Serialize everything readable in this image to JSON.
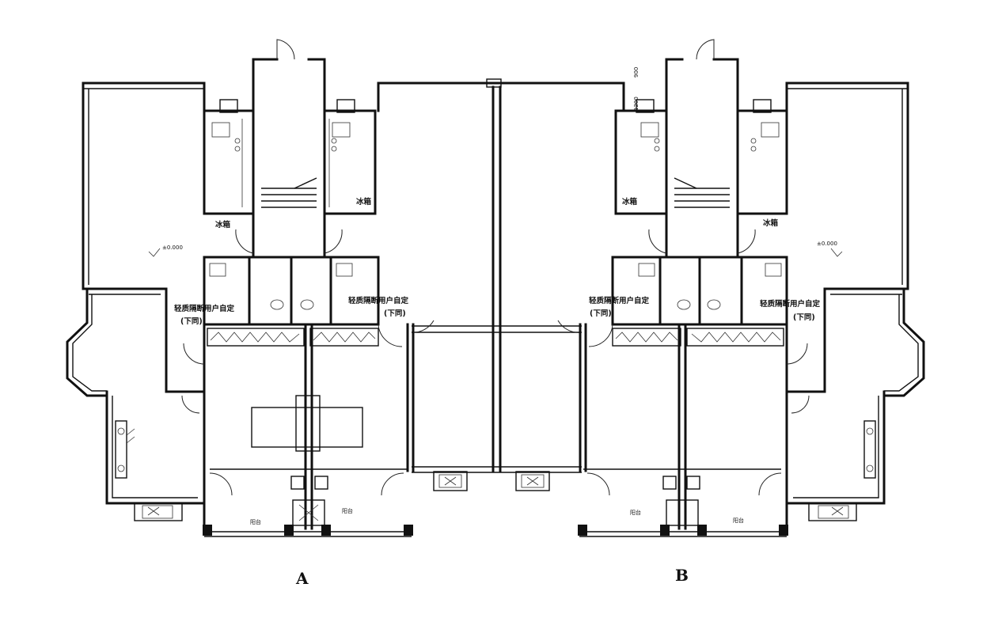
{
  "labels": {
    "a_title": "A",
    "b_title": "B",
    "elevation": "±0.000",
    "partition": "轻质隔断用户自定",
    "partition_note": "(下同)",
    "fridge": "冰箱",
    "balcony": "阳台",
    "dim_900": "900",
    "dim_1200": "1200"
  }
}
